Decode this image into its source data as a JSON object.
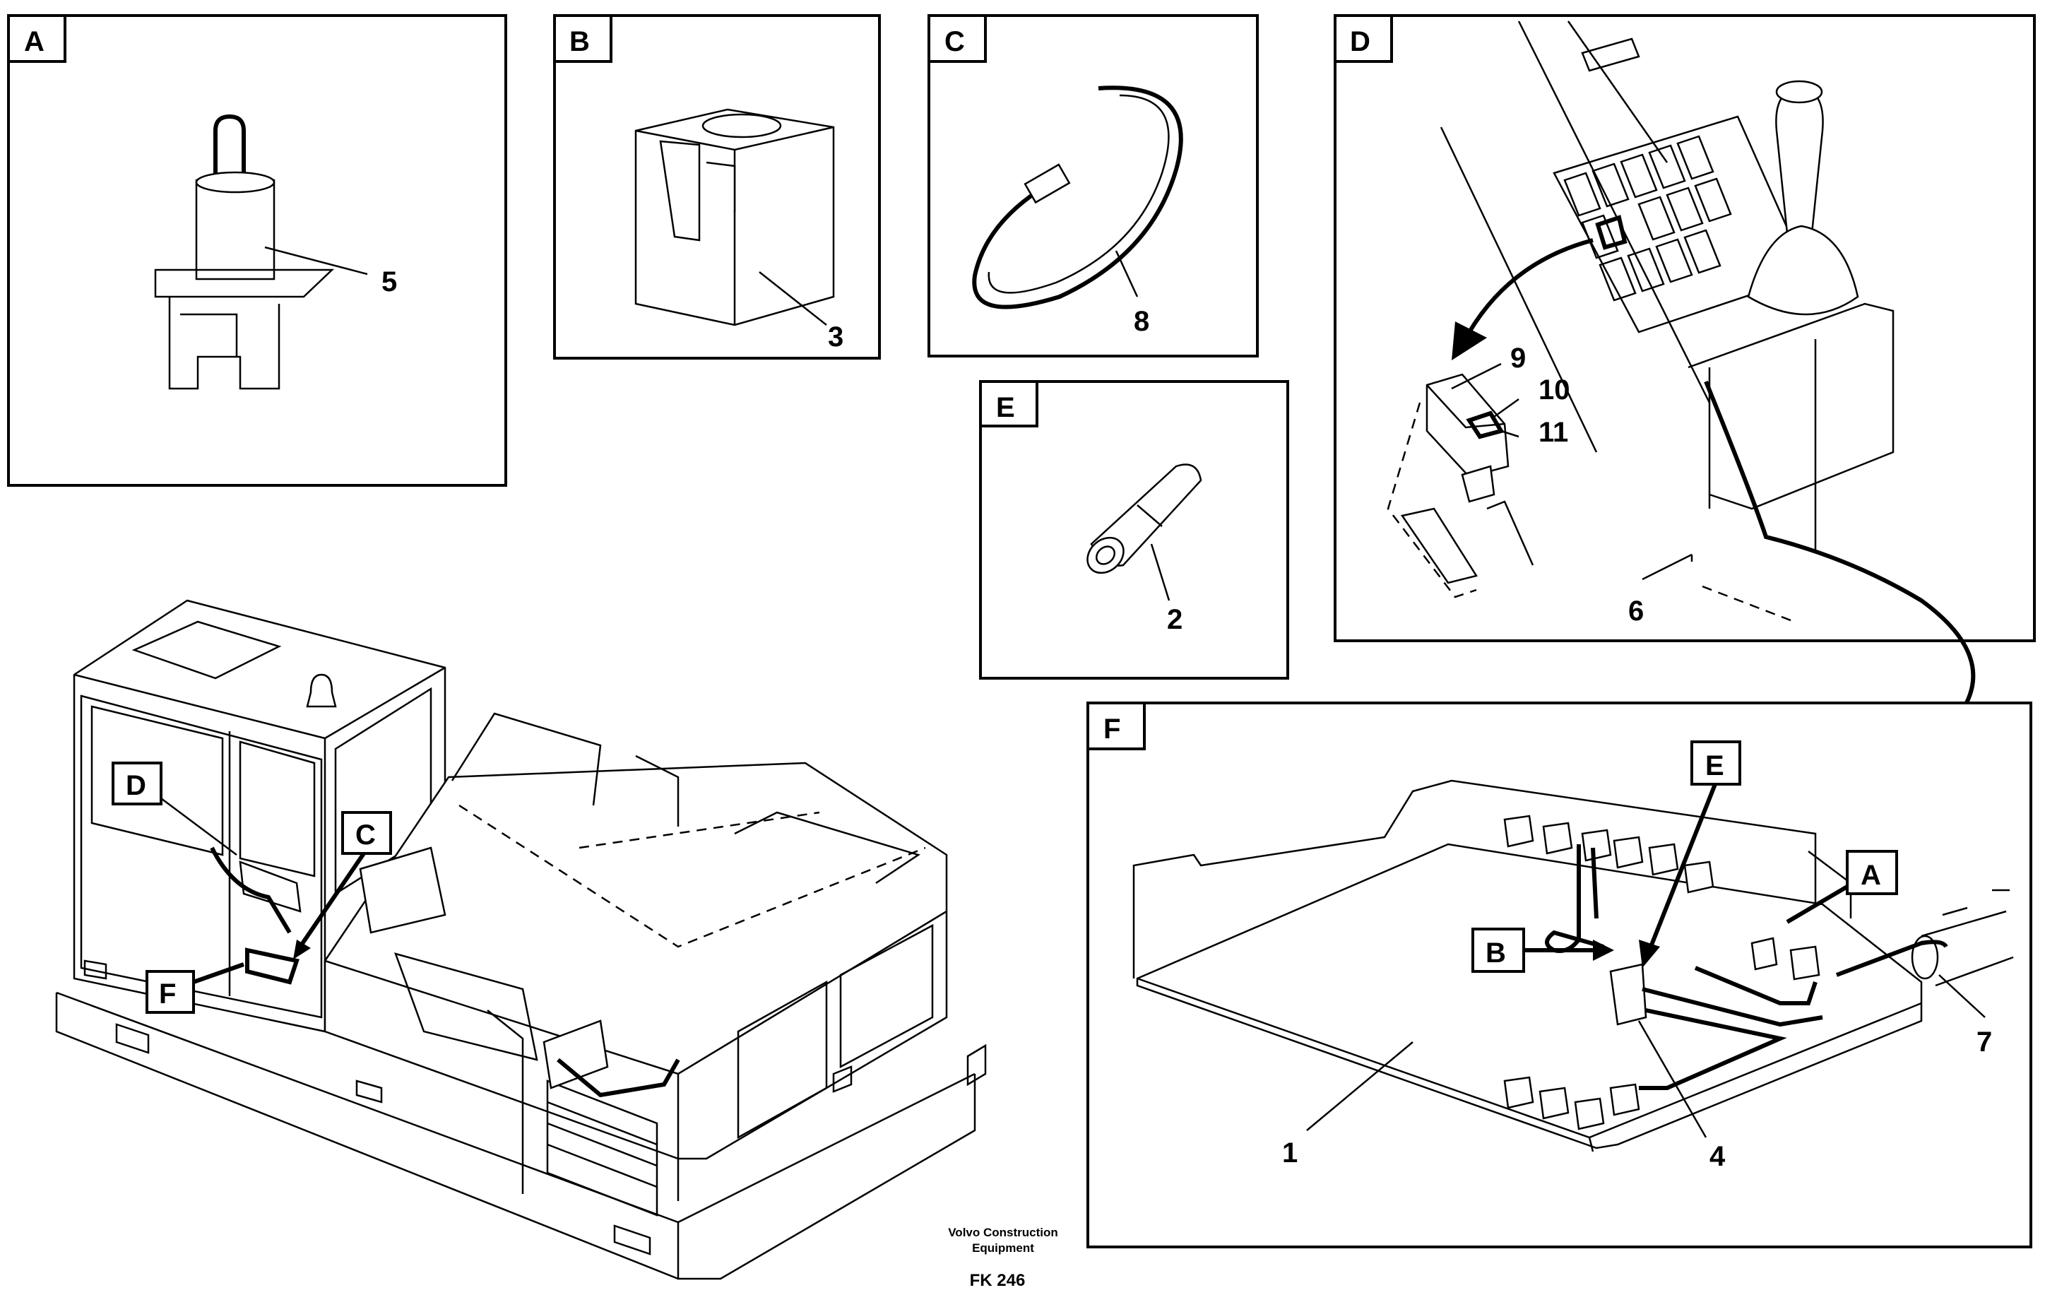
{
  "panels": {
    "a": {
      "letter": "A",
      "parts": [
        "5"
      ]
    },
    "b": {
      "letter": "B",
      "parts": [
        "3"
      ]
    },
    "c": {
      "letter": "C",
      "parts": [
        "8"
      ]
    },
    "d": {
      "letter": "D",
      "parts": [
        "9",
        "10",
        "11",
        "6"
      ]
    },
    "e": {
      "letter": "E",
      "parts": [
        "2"
      ]
    },
    "f": {
      "letter": "F",
      "parts": [
        "1",
        "4",
        "7"
      ]
    }
  },
  "callouts": {
    "machine": [
      "D",
      "C",
      "F"
    ],
    "board": [
      "E",
      "A",
      "B"
    ]
  },
  "footer": {
    "company_line1": "Volvo Construction",
    "company_line2": "Equipment",
    "figure_code": "FK 246"
  }
}
